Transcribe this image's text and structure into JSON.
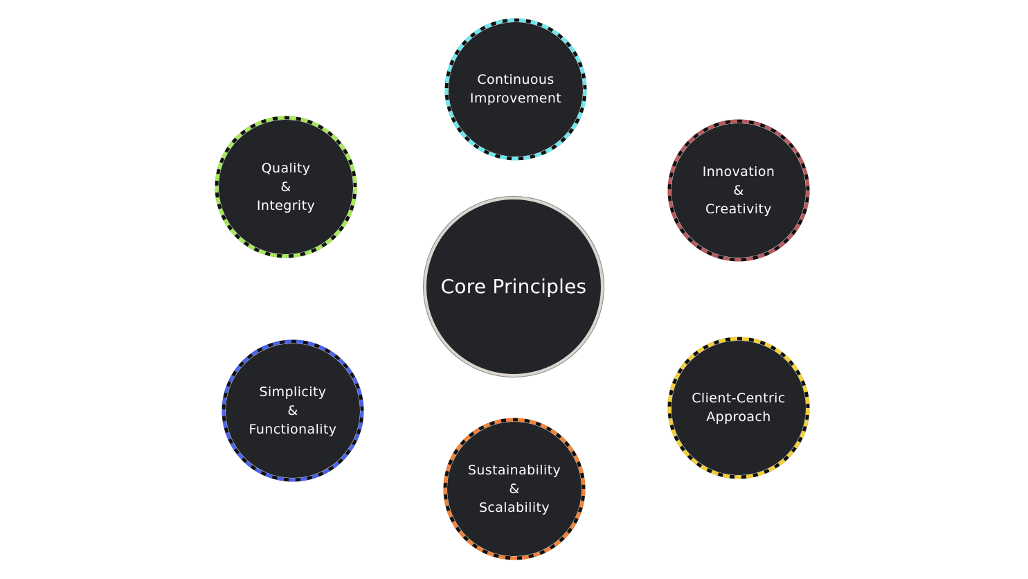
{
  "center": {
    "label": "Core Principles"
  },
  "principles": [
    {
      "id": "continuous-improvement",
      "lines": [
        "Continuous",
        "Improvement"
      ],
      "color": "#6ee7ee"
    },
    {
      "id": "quality-integrity",
      "lines": [
        "Quality",
        "&",
        "Integrity"
      ],
      "color": "#a6e85a"
    },
    {
      "id": "innovation-creativity",
      "lines": [
        "Innovation",
        "&",
        "Creativity"
      ],
      "color": "#b85a5e"
    },
    {
      "id": "simplicity-functionality",
      "lines": [
        "Simplicity",
        "&",
        "Functionality"
      ],
      "color": "#4a63e8"
    },
    {
      "id": "client-centric",
      "lines": [
        "Client-Centric",
        "Approach"
      ],
      "color": "#f3cf3a"
    },
    {
      "id": "sustainability-scalability",
      "lines": [
        "Sustainability",
        "&",
        "Scalability"
      ],
      "color": "#f0823a"
    }
  ]
}
